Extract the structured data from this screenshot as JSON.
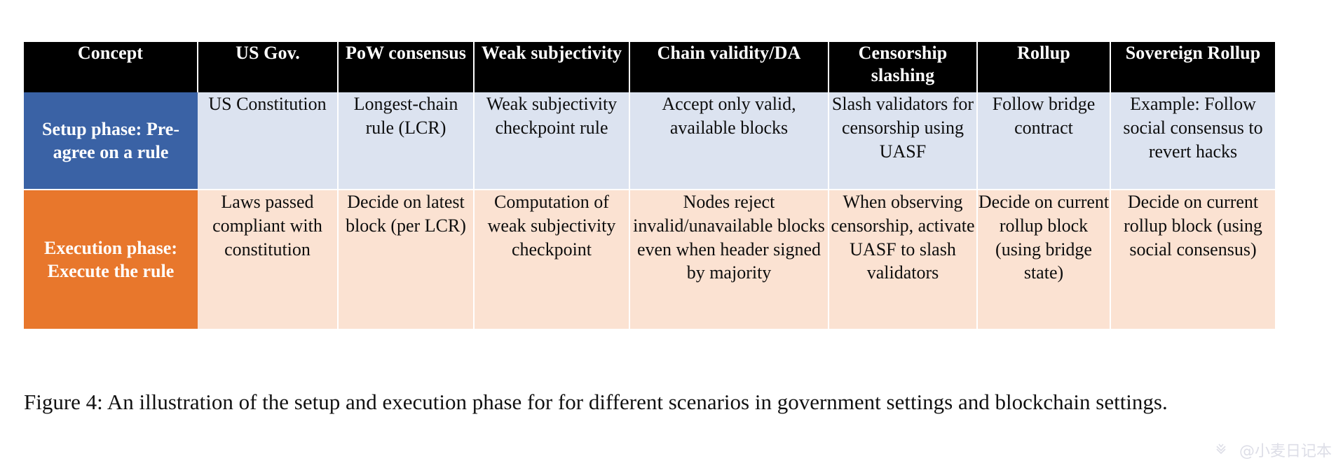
{
  "figure": {
    "table": {
      "headers": [
        "Concept",
        "US Gov.",
        "PoW consensus",
        "Weak subjectivity",
        "Chain validity/DA",
        "Censorship slashing",
        "Rollup",
        "Sovereign Rollup"
      ],
      "rows": [
        {
          "label": "Setup phase: Pre-agree on a rule",
          "label_color": "#3a62a5",
          "cell_color": "#dce3f0",
          "cells": [
            "US Constitution",
            "Longest-chain rule (LCR)",
            "Weak subjectivity checkpoint rule",
            "Accept only valid, available  blocks",
            "Slash validators for censorship using UASF",
            "Follow bridge contract",
            "Example: Follow social consensus to revert hacks"
          ]
        },
        {
          "label": "Execution phase: Execute the rule",
          "label_color": "#e8772c",
          "cell_color": "#fbe2d2",
          "cells": [
            "Laws passed compliant with constitution",
            "Decide on latest block (per LCR)",
            "Computation of weak subjectivity checkpoint",
            "Nodes reject invalid/unavailable blocks even when header signed by majority",
            "When observing censorship, activate UASF to slash validators",
            "Decide on current rollup block (using bridge state)",
            "Decide on current rollup block (using social consensus)"
          ]
        }
      ]
    },
    "caption": {
      "number": "Figure 4:",
      "text": "An illustration of the setup and execution phase for for different scenarios in government settings and blockchain settings."
    }
  },
  "watermark": {
    "handle": "@小麦日记本"
  }
}
